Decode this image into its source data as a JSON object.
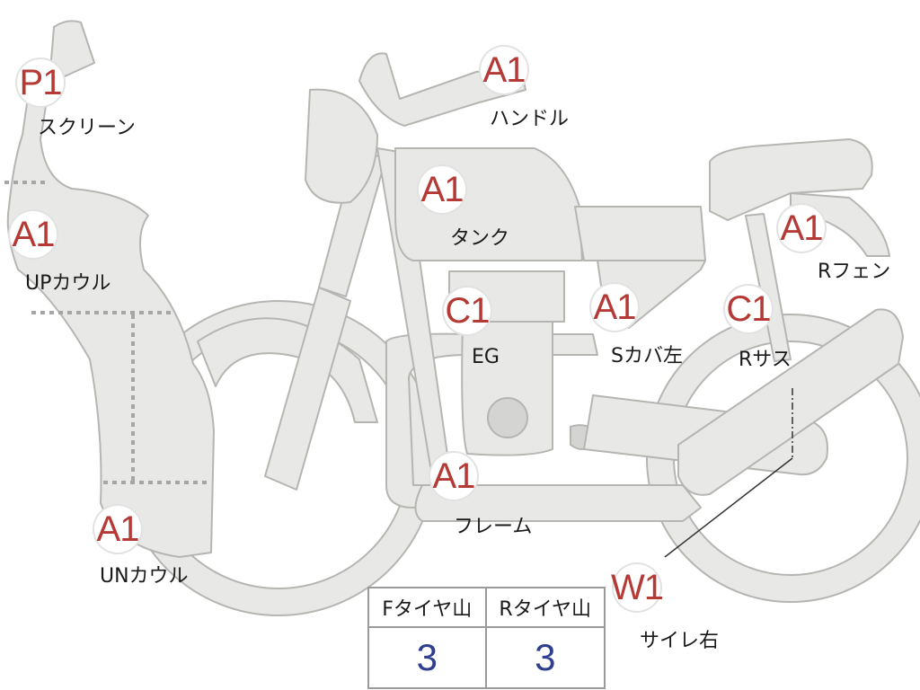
{
  "parts": [
    {
      "id": "screen",
      "grade": "P1",
      "label": "スクリーン"
    },
    {
      "id": "up-cowl",
      "grade": "A1",
      "label": "UPカウル"
    },
    {
      "id": "un-cowl",
      "grade": "A1",
      "label": "UNカウル"
    },
    {
      "id": "handle",
      "grade": "A1",
      "label": "ハンドル"
    },
    {
      "id": "tank",
      "grade": "A1",
      "label": "タンク"
    },
    {
      "id": "engine",
      "grade": "C1",
      "label": "EG"
    },
    {
      "id": "side-cover-left",
      "grade": "A1",
      "label": "Sカバ左"
    },
    {
      "id": "rear-suspension",
      "grade": "C1",
      "label": "Rサス"
    },
    {
      "id": "rear-fender",
      "grade": "A1",
      "label": "Rフェン"
    },
    {
      "id": "frame",
      "grade": "A1",
      "label": "フレーム"
    },
    {
      "id": "muffler-right",
      "grade": "W1",
      "label": "サイレ右"
    }
  ],
  "tyre_table": {
    "headers": [
      "Fタイヤ山",
      "Rタイヤ山"
    ],
    "values": [
      "3",
      "3"
    ]
  },
  "colors": {
    "grade_text": "#b53a36",
    "tyre_value": "#2e3f8f",
    "part_fill": "#e8e8e6"
  }
}
